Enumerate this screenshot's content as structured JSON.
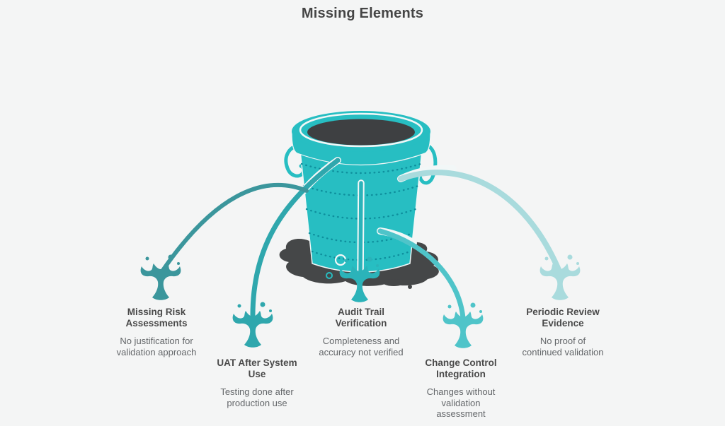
{
  "title": "Missing Elements",
  "colors": {
    "background": "#F4F5F5",
    "outline": "#F2F7F7",
    "bucket": "#27BEC2",
    "bucket_dash": "#0E8F9D",
    "bucket_interior": "#3E4042",
    "puddle": "#454748",
    "title_text": "#454545",
    "heading_text": "#4A4A4A",
    "body_text": "#64676A"
  },
  "leaks": [
    {
      "title": "Missing Risk\nAssessments",
      "description": "No justification for\nvalidation approach",
      "stream_color": "#3B969C"
    },
    {
      "title": "UAT After System\nUse",
      "description": "Testing done after\nproduction use",
      "stream_color": "#2FA7AD"
    },
    {
      "title": "Audit Trail\nVerification",
      "description": "Completeness and\naccuracy not verified",
      "stream_color": "#2BB3B9"
    },
    {
      "title": "Change Control\nIntegration",
      "description": "Changes without\nvalidation\nassessment",
      "stream_color": "#4FC4C9"
    },
    {
      "title": "Periodic Review\nEvidence",
      "description": "No proof of\ncontinued validation",
      "stream_color": "#A9DBDD"
    }
  ]
}
